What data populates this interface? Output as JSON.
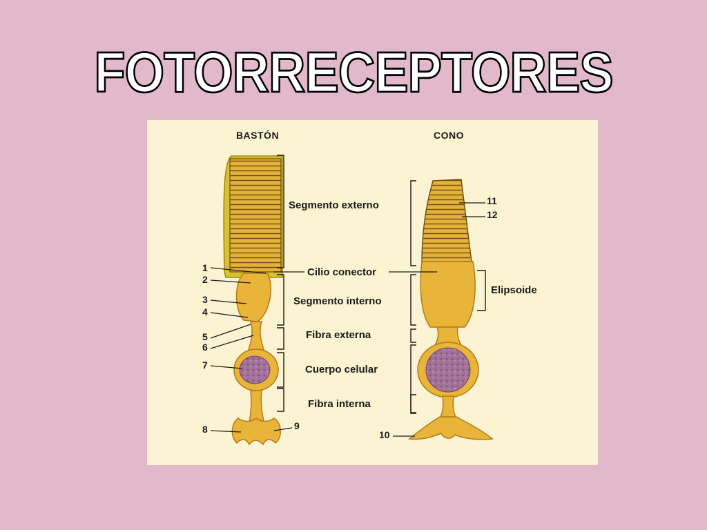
{
  "title": "FOTORRECEPTORES",
  "columns": {
    "rod": "BASTÓN",
    "cone": "CONO"
  },
  "parts": {
    "outer_segment": "Segmento externo",
    "connecting_cilium": "Cilio conector",
    "inner_segment": "Segmento interno",
    "outer_fiber": "Fibra externa",
    "cell_body": "Cuerpo celular",
    "inner_fiber": "Fibra interna",
    "ellipsoid": "Elipsoide"
  },
  "numbers": [
    "1",
    "2",
    "3",
    "4",
    "5",
    "6",
    "7",
    "8",
    "9",
    "10",
    "11",
    "12"
  ],
  "colors": {
    "background": "#e2b8cb",
    "figure_bg": "#fbf3d2",
    "cell_fill": "#e8b53a",
    "cell_edge": "#b37a14",
    "nucleus": "#9c6e93"
  }
}
